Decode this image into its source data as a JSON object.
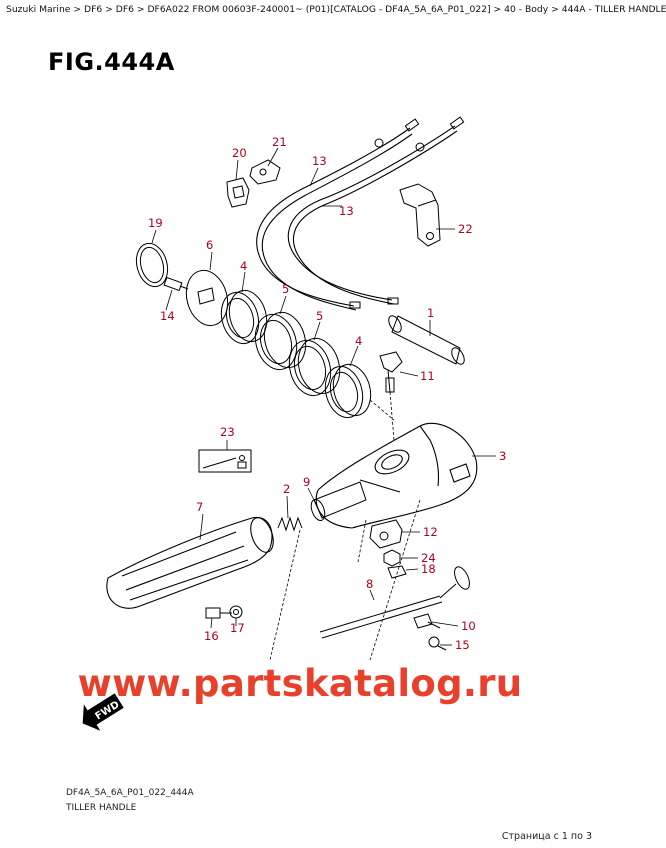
{
  "header": {
    "breadcrumb": "Suzuki Marine > DF6 > DF6 > DF6A022 FROM 00603F-240001~ (P01)[CATALOG - DF4A_5A_6A_P01_022] > 40 - Body > 444A - TILLER HANDLE"
  },
  "figure": {
    "title": "FIG.444A",
    "callouts": {
      "c1": "1",
      "c2": "2",
      "c3": "3",
      "c4a": "4",
      "c4b": "4",
      "c5a": "5",
      "c5b": "5",
      "c6": "6",
      "c7": "7",
      "c8": "8",
      "c9": "9",
      "c10": "10",
      "c11": "11",
      "c12": "12",
      "c13a": "13",
      "c13b": "13",
      "c14": "14",
      "c15": "15",
      "c16": "16",
      "c17": "17",
      "c18": "18",
      "c19": "19",
      "c20": "20",
      "c21": "21",
      "c22": "22",
      "c23": "23",
      "c24": "24"
    },
    "fwd_label": "FWD"
  },
  "watermark": "www.partskatalog.ru",
  "footer": {
    "code": "DF4A_5A_6A_P01_022_444A",
    "name": "TILLER HANDLE",
    "page_indicator": "Страница с 1 по 3"
  },
  "colors": {
    "callout": "#b0001e",
    "watermark": "#e8402a",
    "line": "#000000"
  }
}
